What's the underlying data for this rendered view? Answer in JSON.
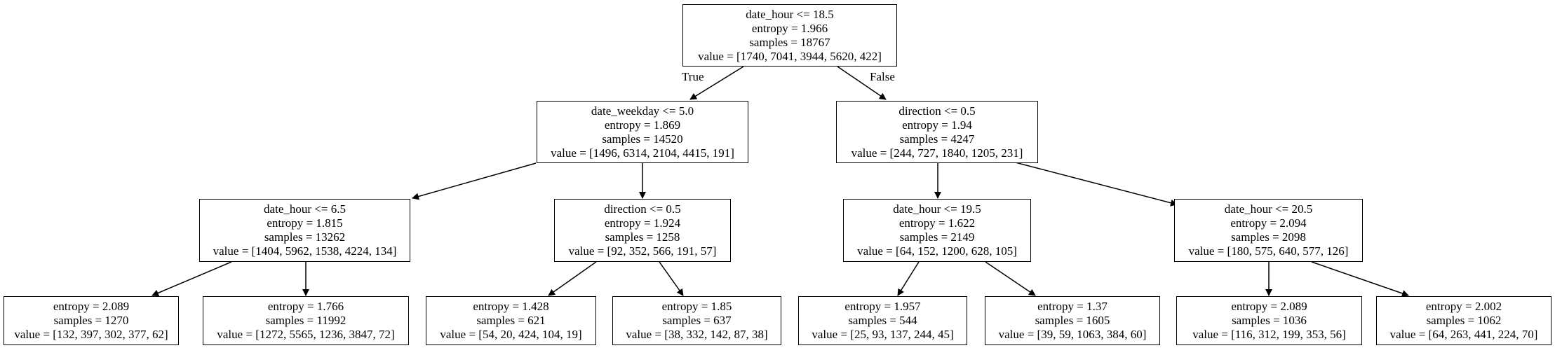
{
  "edge_labels": {
    "true": "True",
    "false": "False"
  },
  "nodes": {
    "n0": {
      "condition": "date_hour <= 18.5",
      "entropy": "entropy = 1.966",
      "samples": "samples = 18767",
      "value": "value = [1740, 7041, 3944, 5620, 422]"
    },
    "n1": {
      "condition": "date_weekday <= 5.0",
      "entropy": "entropy = 1.869",
      "samples": "samples = 14520",
      "value": "value = [1496, 6314, 2104, 4415, 191]"
    },
    "n2": {
      "condition": "direction <= 0.5",
      "entropy": "entropy = 1.94",
      "samples": "samples = 4247",
      "value": "value = [244, 727, 1840, 1205, 231]"
    },
    "n3": {
      "condition": "date_hour <= 6.5",
      "entropy": "entropy = 1.815",
      "samples": "samples = 13262",
      "value": "value = [1404, 5962, 1538, 4224, 134]"
    },
    "n4": {
      "condition": "direction <= 0.5",
      "entropy": "entropy = 1.924",
      "samples": "samples = 1258",
      "value": "value = [92, 352, 566, 191, 57]"
    },
    "n5": {
      "condition": "date_hour <= 19.5",
      "entropy": "entropy = 1.622",
      "samples": "samples = 2149",
      "value": "value = [64, 152, 1200, 628, 105]"
    },
    "n6": {
      "condition": "date_hour <= 20.5",
      "entropy": "entropy = 2.094",
      "samples": "samples = 2098",
      "value": "value = [180, 575, 640, 577, 126]"
    },
    "n7": {
      "entropy": "entropy = 2.089",
      "samples": "samples = 1270",
      "value": "value = [132, 397, 302, 377, 62]"
    },
    "n8": {
      "entropy": "entropy = 1.766",
      "samples": "samples = 11992",
      "value": "value = [1272, 5565, 1236, 3847, 72]"
    },
    "n9": {
      "entropy": "entropy = 1.428",
      "samples": "samples = 621",
      "value": "value = [54, 20, 424, 104, 19]"
    },
    "n10": {
      "entropy": "entropy = 1.85",
      "samples": "samples = 637",
      "value": "value = [38, 332, 142, 87, 38]"
    },
    "n11": {
      "entropy": "entropy = 1.957",
      "samples": "samples = 544",
      "value": "value = [25, 93, 137, 244, 45]"
    },
    "n12": {
      "entropy": "entropy = 1.37",
      "samples": "samples = 1605",
      "value": "value = [39, 59, 1063, 384, 60]"
    },
    "n13": {
      "entropy": "entropy = 2.089",
      "samples": "samples = 1036",
      "value": "value = [116, 312, 199, 353, 56]"
    },
    "n14": {
      "entropy": "entropy = 2.002",
      "samples": "samples = 1062",
      "value": "value = [64, 263, 441, 224, 70]"
    }
  }
}
